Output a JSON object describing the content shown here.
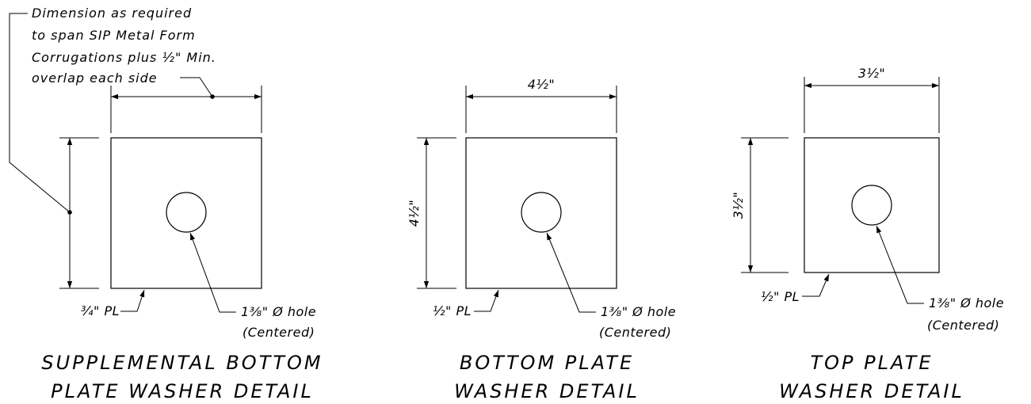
{
  "details": [
    {
      "note_lines": [
        "Dimension as required",
        "to span SIP Metal Form",
        "Corrugations plus ½\" Min.",
        "overlap each side"
      ],
      "plate_label": "¾\" PL",
      "hole_label": "1⅜\" Ø hole",
      "hole_note": "(Centered)",
      "title_line1": "SUPPLEMENTAL BOTTOM",
      "title_line2": "PLATE WASHER DETAIL"
    },
    {
      "width_dim": "4½\"",
      "height_dim": "4½\"",
      "plate_label": "½\" PL",
      "hole_label": "1⅜\" Ø hole",
      "hole_note": "(Centered)",
      "title_line1": "BOTTOM PLATE",
      "title_line2": "WASHER DETAIL"
    },
    {
      "width_dim": "3½\"",
      "height_dim": "3½\"",
      "plate_label": "½\" PL",
      "hole_label": "1⅜\" Ø hole",
      "hole_note": "(Centered)",
      "title_line1": "TOP PLATE",
      "title_line2": "WASHER DETAIL"
    }
  ]
}
